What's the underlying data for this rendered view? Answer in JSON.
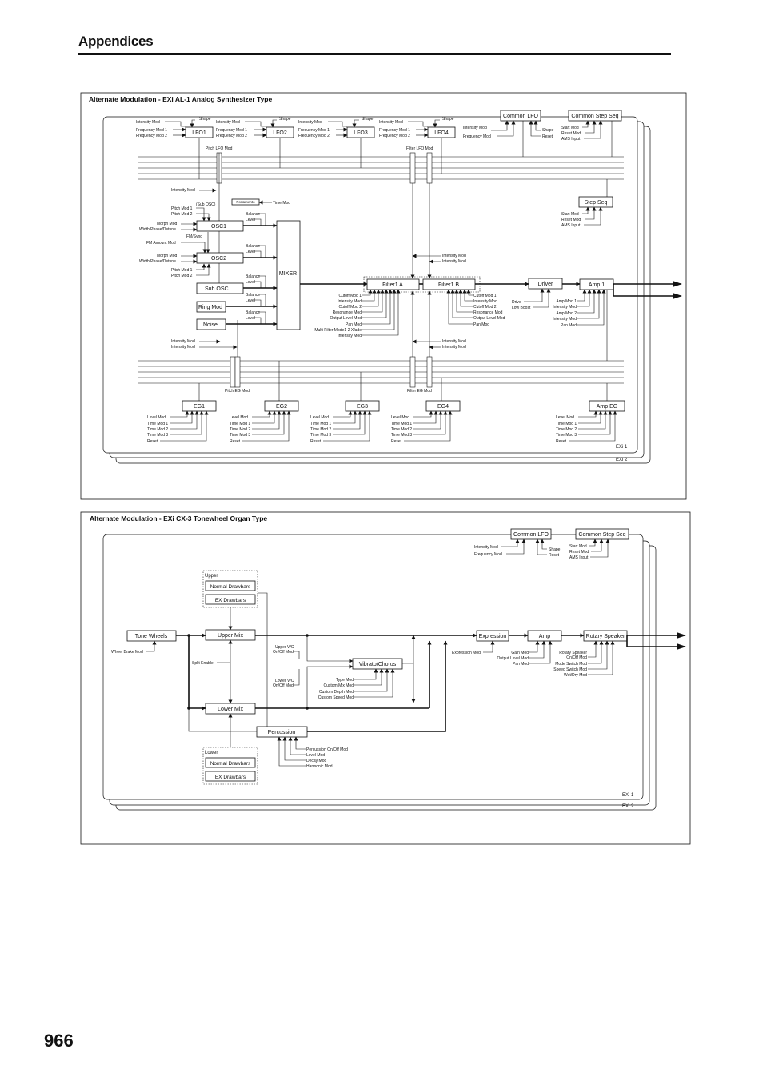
{
  "header": {
    "title": "Appendices"
  },
  "page_number": "966",
  "diagram1": {
    "title": "Alternate Modulation - EXi AL-1 Analog Synthesizer Type",
    "exi1": "EXi 1",
    "exi2": "EXi 2",
    "lfos": [
      {
        "name": "LFO1",
        "shape": "Shape",
        "intensity": "Intensity Mod",
        "freq1": "Frequency  Mod 1",
        "freq2": "Frequency  Mod 2"
      },
      {
        "name": "LFO2",
        "shape": "Shape",
        "intensity": "Intensity Mod",
        "freq1": "Frequency  Mod 1",
        "freq2": "Frequency  Mod 2"
      },
      {
        "name": "LFO3",
        "shape": "Shape",
        "intensity": "Intensity Mod",
        "freq1": "Frequency  Mod 1",
        "freq2": "Frequency  Mod 2"
      },
      {
        "name": "LFO4",
        "shape": "Shape",
        "intensity": "Intensity Mod",
        "freq1": "Frequency  Mod 1",
        "freq2": "Frequency  Mod 2"
      }
    ],
    "common_lfo": {
      "name": "Common LFO",
      "intensity": "Intensity Mod",
      "freq": "Frequency  Mod",
      "shape": "Shape",
      "reset": "Reset"
    },
    "common_step_seq": {
      "name": "Common Step Seq",
      "start": "Start Mod",
      "reset": "Reset Mod",
      "ams": "AMS Input"
    },
    "step_seq": {
      "name": "Step Seq",
      "start": "Start Mod",
      "reset": "Reset Mod",
      "ams": "AMS Input"
    },
    "pitch_lfo_mod": "Pitch LFO Mod",
    "filter_lfo_mod": "Filter LFO Mod",
    "pitch_eg_mod": "Pitch EG Mod",
    "filter_eg_mod": "Filter EG Mod",
    "osc_labels": {
      "intensity_top": "Intensity Mod",
      "sub_osc_paren": "(Sub OSC)",
      "portamento": "Portamento",
      "time_mod": "Time Mod",
      "pitch1": "Pitch Mod 1",
      "pitch2": "Pitch Mod 2",
      "morph": "Morph Mod",
      "width": "Width/Phase/Detune",
      "fmsync": "FM/Sync",
      "fm_amount": "FM Amount Mod",
      "morph2": "Morph Mod",
      "width2": "Width/Phase/Detune",
      "pitch1b": "Pitch Mod 1",
      "pitch2b": "Pitch Mod 2",
      "balance": "Balance",
      "level": "Level",
      "intensity_b1": "Intensity Mod",
      "intensity_b2": "Intensity Mod"
    },
    "blocks": {
      "osc1": "OSC1",
      "osc2": "OSC2",
      "sub_osc": "Sub OSC",
      "ring_mod": "Ring Mod",
      "noise": "Noise",
      "mixer": "MIXER",
      "filter_a": "Filter1 A",
      "filter_b": "Filter1 B",
      "driver": "Driver",
      "amp1": "Amp 1"
    },
    "filter_a_mods": [
      "Cutoff Mod 1",
      "Intensity Mod",
      "Cutoff Mod 2",
      "Resonance Mod",
      "Output Level Mod",
      "Pan Mod",
      "Multi Filter Mode1-2 Xfade",
      "Intensity Mod"
    ],
    "filter_b_mods": [
      "Cutoff Mod 1",
      "Intensity Mod",
      "Cutoff Mod 2",
      "Resonance Mod",
      "Output Level Mod",
      "Pan Mod"
    ],
    "filter_int_top": [
      "Intensity Mod",
      "Intensity Mod"
    ],
    "filter_int_bottom": [
      "Intensity Mod",
      "Intensity Mod"
    ],
    "driver_mods": [
      "Drive",
      "Low Boost"
    ],
    "amp_mods": [
      "Amp Mod 1",
      "Intensity Mod",
      "Amp Mod 2",
      "Intensity Mod",
      "Pan Mod"
    ],
    "egs": [
      {
        "name": "EG1",
        "mods": [
          "Level Mod",
          "Time Mod 1",
          "Time Mod 2",
          "Time Mod 3",
          "Reset"
        ]
      },
      {
        "name": "EG2",
        "mods": [
          "Level Mod",
          "Time Mod 1",
          "Time Mod 2",
          "Time Mod 3",
          "Reset"
        ]
      },
      {
        "name": "EG3",
        "mods": [
          "Level Mod",
          "Time Mod 1",
          "Time Mod 2",
          "Time Mod 3",
          "Reset"
        ]
      },
      {
        "name": "EG4",
        "mods": [
          "Level Mod",
          "Time Mod 1",
          "Time Mod 2",
          "Time Mod 3",
          "Reset"
        ]
      },
      {
        "name": "Amp EG",
        "mods": [
          "Level Mod",
          "Time Mod 1",
          "Time Mod 2",
          "Time Mod 3",
          "Reset"
        ]
      }
    ]
  },
  "diagram2": {
    "title": "Alternate Modulation - EXi CX-3 Tonewheel Organ Type",
    "exi1": "EXi 1",
    "exi2": "EXi 2",
    "common_lfo": {
      "name": "Common LFO",
      "intensity": "Intensity Mod",
      "freq": "Frequency  Mod",
      "shape": "Shape",
      "reset": "Reset"
    },
    "common_step_seq": {
      "name": "Common Step Seq",
      "start": "Start Mod",
      "reset": "Reset Mod",
      "ams": "AMS Input"
    },
    "upper_group": {
      "title": "Upper",
      "normal": "Normal Drawbars",
      "ex": "EX Drawbars"
    },
    "lower_group": {
      "title": "Lower",
      "normal": "Normal Drawbars",
      "ex": "EX Drawbars"
    },
    "blocks": {
      "tone_wheels": "Tone Wheels",
      "upper_mix": "Upper Mix",
      "lower_mix": "Lower Mix",
      "percussion": "Percussion",
      "vibrato": "Vibrato/Chorus",
      "expression": "Expression",
      "amp": "Amp",
      "rotary": "Rotary Speaker"
    },
    "wheel_brake": "Wheel Brake Mod",
    "split_enable": "Split Enable",
    "upper_vc": [
      "Upper V/C",
      "On/Off Mod"
    ],
    "lower_vc": [
      "Lower V/C",
      "On/Off Mod"
    ],
    "vibrato_mods": [
      "Type Mod",
      "Custom Mix Mod",
      "Custom Depth Mod",
      "Custom Speed Mod"
    ],
    "percussion_mods": [
      "Percussion On/Off Mod",
      "Level Mod",
      "Decay Mod",
      "Harmonic Mod"
    ],
    "expression_mod": "Expression Mod",
    "amp_mods": [
      "Gain Mod",
      "Output Level Mod",
      "Pan Mod"
    ],
    "rotary_mods": [
      "Rotary Speaker",
      "On/Off Mod",
      "Mode Switch Mod",
      "Speed Switch Mod",
      "Wet/Dry Mod"
    ]
  }
}
